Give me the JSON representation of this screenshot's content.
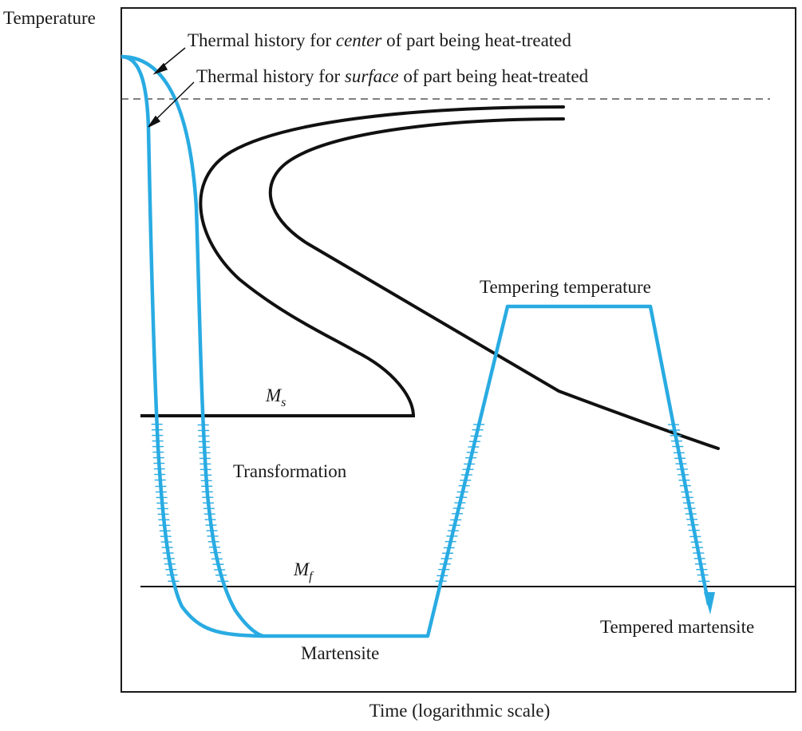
{
  "axes": {
    "y_label": "Temperature",
    "x_label": "Time (logarithmic scale)"
  },
  "labels": {
    "center_history": {
      "prefix": "Thermal history for ",
      "emphasis": "center",
      "suffix": " of part being heat-treated"
    },
    "surface_history": {
      "prefix": "Thermal history for ",
      "emphasis": "surface",
      "suffix": " of part being heat-treated"
    },
    "ms": {
      "base": "M",
      "sub": "s"
    },
    "mf": {
      "base": "M",
      "sub": "f"
    },
    "transformation": "Transformation",
    "martensite": "Martensite",
    "tempering_temperature": "Tempering temperature",
    "tempered_martensite": "Tempered martensite"
  },
  "colors": {
    "thermal_path": "#29abe2",
    "curves": "#111111",
    "frame": "#1a1a1a"
  }
}
